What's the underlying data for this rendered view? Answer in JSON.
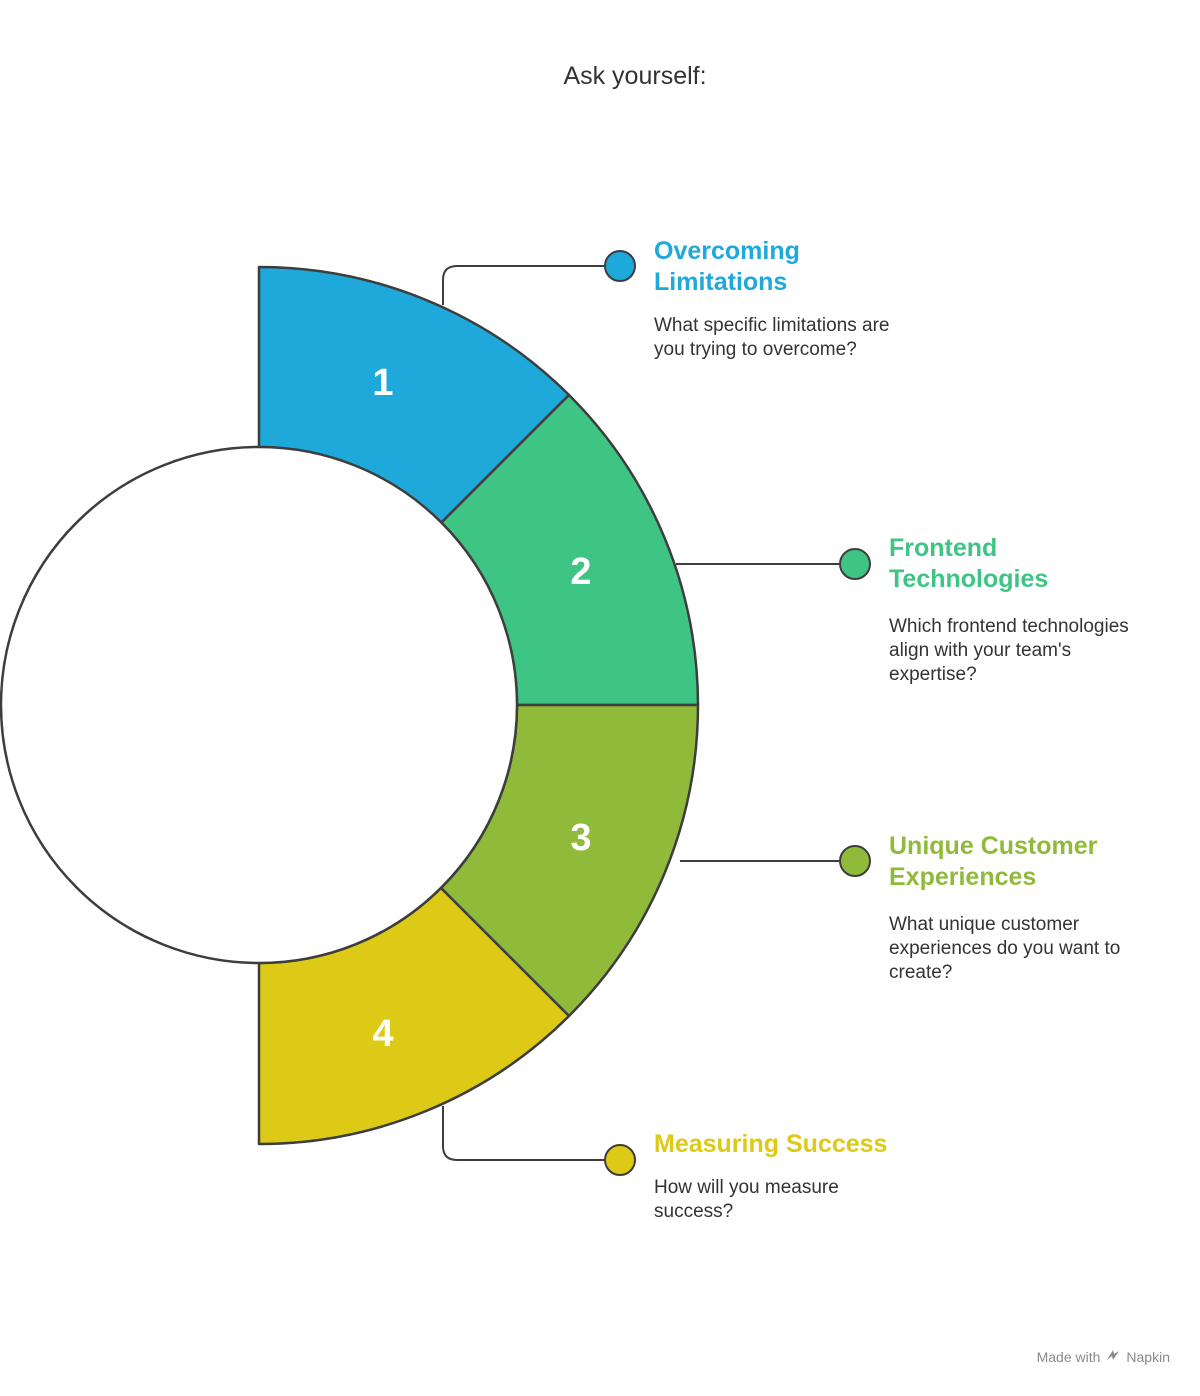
{
  "title": "Ask yourself:",
  "colors": {
    "stroke": "#3d3d3d",
    "text": "#333333"
  },
  "items": [
    {
      "number": "1",
      "title_line1": "Overcoming",
      "title_line2": "Limitations",
      "desc_line1": "What specific limitations are",
      "desc_line2": "you trying to overcome?",
      "desc_line3": "",
      "color": "#1EA9DA",
      "icon": "dot-icon"
    },
    {
      "number": "2",
      "title_line1": "Frontend",
      "title_line2": "Technologies",
      "desc_line1": "Which frontend technologies",
      "desc_line2": "align with your team's",
      "desc_line3": "expertise?",
      "color": "#3EC584",
      "icon": "dot-icon"
    },
    {
      "number": "3",
      "title_line1": "Unique Customer",
      "title_line2": "Experiences",
      "desc_line1": "What unique customer",
      "desc_line2": "experiences do you want to",
      "desc_line3": "create?",
      "color": "#8FBA3A",
      "icon": "dot-icon"
    },
    {
      "number": "4",
      "title_line1": "Measuring Success",
      "title_line2": "",
      "desc_line1": "How will you measure",
      "desc_line2": "success?",
      "desc_line3": "",
      "color": "#DDCA16",
      "icon": "dot-icon"
    }
  ],
  "watermark": {
    "prefix": "Made with",
    "brand": "Napkin",
    "icon": "napkin-logo-icon"
  }
}
